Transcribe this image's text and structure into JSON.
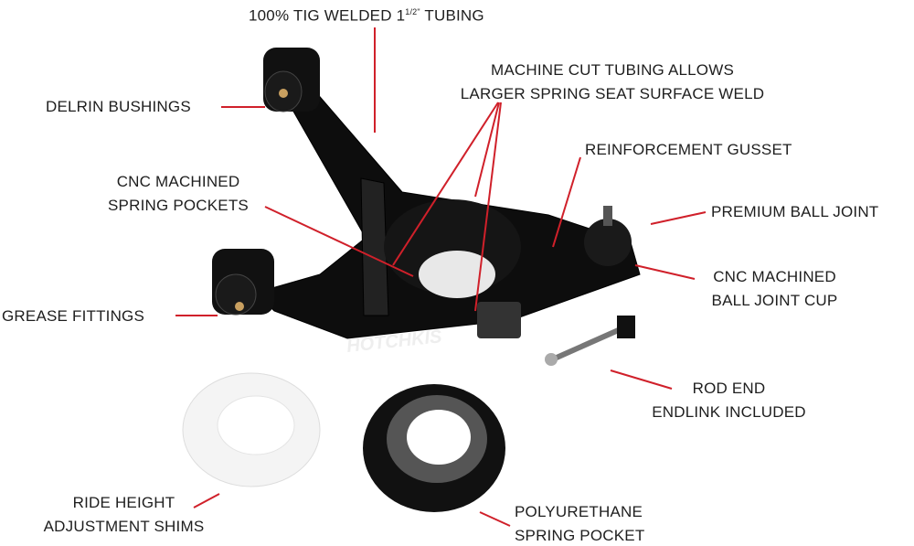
{
  "title": {
    "main": "100% TIG WELDED 1",
    "superscript": "1/2\"",
    "tail": " TUBING"
  },
  "labels": {
    "machine_cut": [
      "MACHINE CUT TUBING ALLOWS",
      "LARGER SPRING SEAT SURFACE WELD"
    ],
    "delrin": "DELRIN BUSHINGS",
    "cnc_spring": [
      "CNC MACHINED",
      "SPRING POCKETS"
    ],
    "gusset": "REINFORCEMENT GUSSET",
    "ball_joint": "PREMIUM BALL JOINT",
    "cnc_cup": [
      "CNC MACHINED",
      "BALL JOINT CUP"
    ],
    "grease": "GREASE FITTINGS",
    "rod_end": [
      "ROD END",
      "ENDLINK INCLUDED"
    ],
    "shims": [
      "RIDE HEIGHT",
      "ADJUSTMENT SHIMS"
    ],
    "poly": [
      "POLYURETHANE",
      "SPRING POCKET"
    ]
  },
  "logo": "HOTCHKIS",
  "colors": {
    "leader": "#d0202a",
    "part": "#111111"
  }
}
